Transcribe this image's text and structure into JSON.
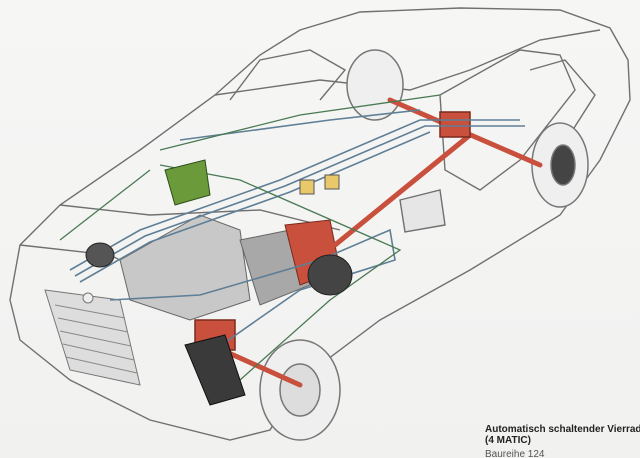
{
  "caption": {
    "title": "Automatisch schaltender Vierradantri",
    "title_line2": "(4 MATIC)",
    "subtitle": "Baureihe 124"
  },
  "colors": {
    "body_outline": "#6f6f6f",
    "brake_lines": "#5f7f96",
    "hydraulic_lines": "#4a7a55",
    "drivetrain": "#c8503c",
    "engine": "#b8b8b8"
  }
}
